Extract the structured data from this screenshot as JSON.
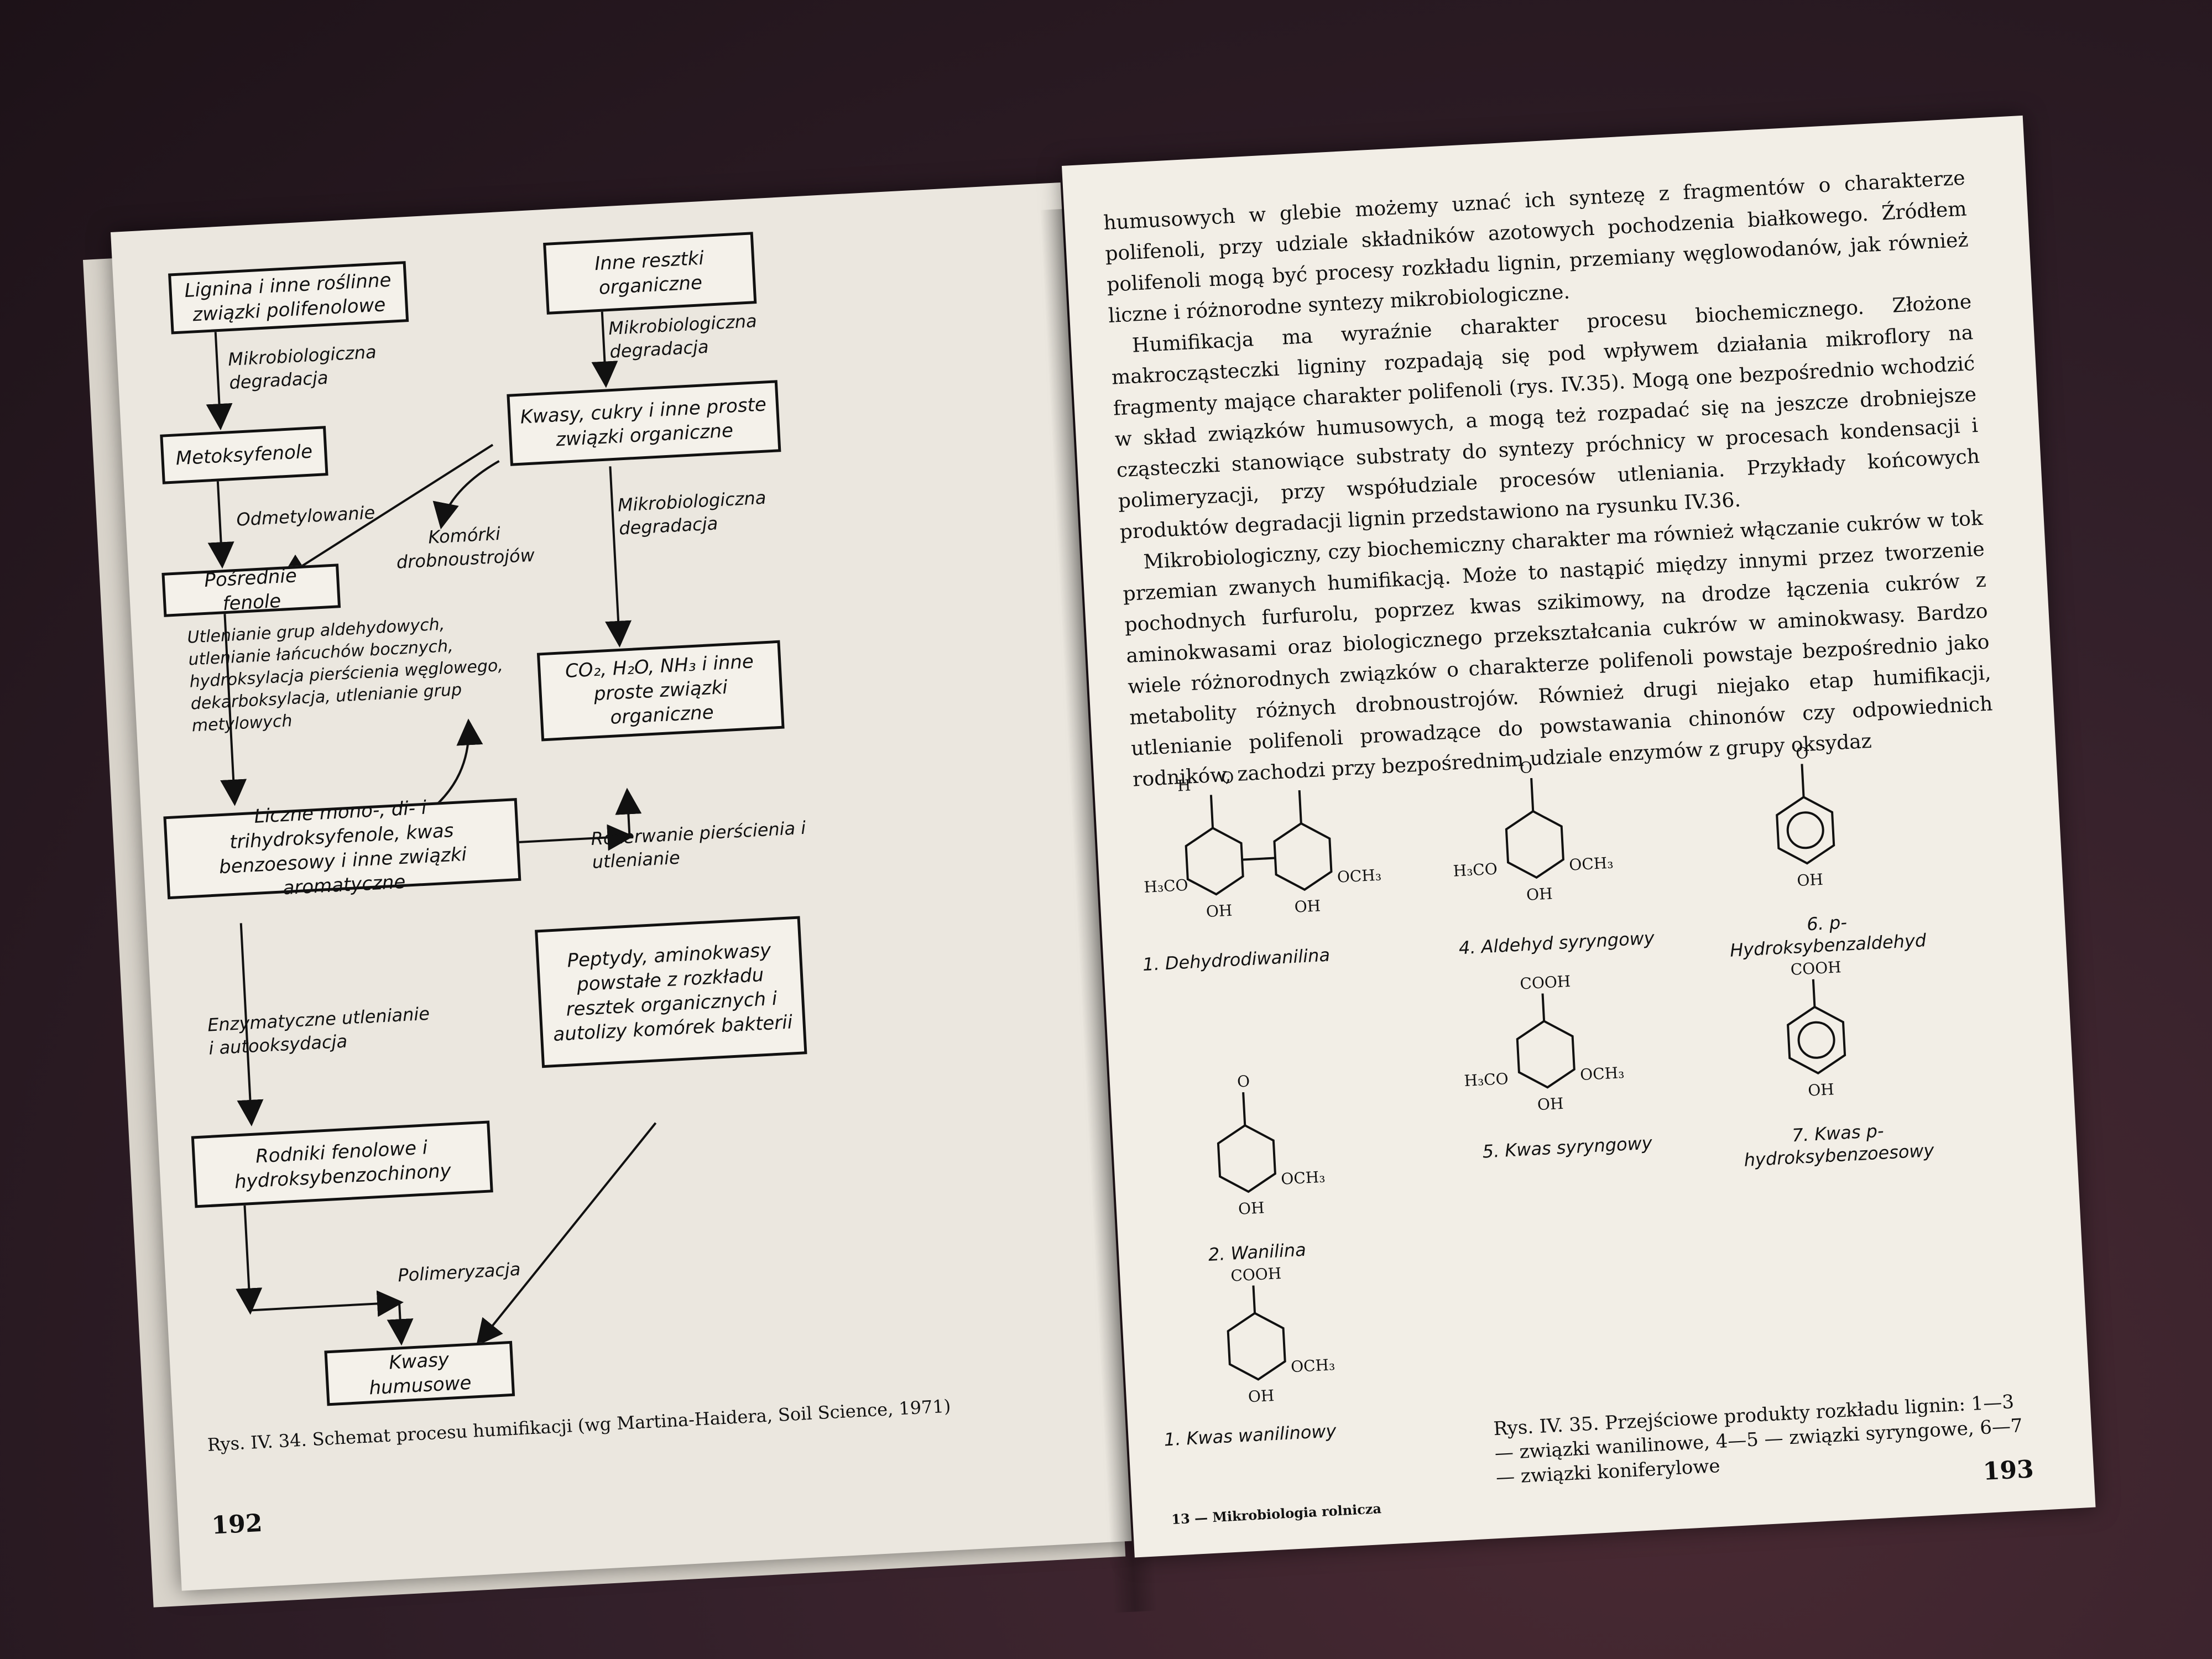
{
  "left_page": {
    "flowchart": {
      "nodes": {
        "lignin": "Lignina i inne roślinne związki polifenolowe",
        "residues": "Inne resztki organiczne",
        "methoxy": "Metoksyfenole",
        "acids_sugars": "Kwasy, cukry i inne proste związki organiczne",
        "intermediate_phenols": "Pośrednie fenole",
        "co2": "CO₂, H₂O, NH₃ i inne proste związki organiczne",
        "polyphenols": "Liczne mono-, di- i trihydroksyfenole, kwas benzoesowy i inne związki aromatyczne",
        "peptides": "Peptydy, aminokwasy powstałe z rozkładu resztek organicznych i autolizy komórek bakterii",
        "radicals": "Rodniki fenolowe i hydroksybenzochinony",
        "humic": "Kwasy humusowe"
      },
      "labels": {
        "micro_degradation_1": "Mikrobiologiczna degradacja",
        "micro_degradation_2": "Mikrobiologiczna degradacja",
        "micro_degradation_3": "Mikrobiologiczna degradacja",
        "demethylation": "Odmetylowanie",
        "microbial_cells": "Komórki drobnoustrojów",
        "oxidation_list": "Utlenianie grup aldehydowych, utlenianie łańcuchów bocznych, hydroksylacja pierścienia węglowego, dekarboksylacja, utlenianie grup metylowych",
        "ring_cleavage": "Rozerwanie pierścienia i utlenianie",
        "enzymatic_oxidation": "Enzymatyczne utlenianie i autooksydacja",
        "polymerization": "Polimeryzacja"
      }
    },
    "caption": "Rys. IV. 34. Schemat procesu humifikacji (wg Martina-Haidera, Soil Science, 1971)",
    "page_number": "192"
  },
  "right_page": {
    "paragraph_1": "humusowych w glebie możemy uznać ich syntezę z fragmentów o charakterze polifenoli, przy udziale składników azotowych pochodzenia białkowego. Źródłem polifenoli mogą być procesy rozkładu lignin, przemiany węglowodanów, jak również liczne i różnorodne syntezy mikrobiologiczne.",
    "paragraph_2": "Humifikacja ma wyraźnie charakter procesu biochemicznego. Złożone makrocząsteczki ligniny rozpadają się pod wpływem działania mikroflory na fragmenty mające charakter polifenoli (rys. IV.35). Mogą one bezpośrednio wchodzić w skład związków humusowych, a mogą też rozpadać się na jeszcze drobniejsze cząsteczki stanowiące substraty do syntezy próchnicy w procesach kondensacji i polimeryzacji, przy współudziale procesów utleniania. Przykłady końcowych produktów degradacji lignin przedstawiono na rysunku IV.36.",
    "paragraph_3": "Mikrobiologiczny, czy biochemiczny charakter ma również włączanie cukrów w tok przemian zwanych humifikacją. Może to nastąpić między innymi przez tworzenie pochodnych furfurolu, poprzez kwas szikimowy, na drodze łączenia cukrów z aminokwasami oraz biologicznego przekształcania cukrów w aminokwasy. Bardzo wiele różnorodnych związków o charakterze polifenoli powstaje bezpośrednio jako metabolity różnych drobnoustrojów. Również drugi niejako etap humifikacji, utlenianie polifenoli prowadzące do powstawania chinonów czy odpowiednich rodników, zachodzi przy bezpośrednim udziale enzymów z grupy oksydaz",
    "compounds": [
      {
        "id": "c1",
        "name": "1. Dehydrodiwanilina"
      },
      {
        "id": "c2",
        "name": "2. Wanilina"
      },
      {
        "id": "c3",
        "name": "1. Kwas wanilinowy"
      },
      {
        "id": "c4",
        "name": "4. Aldehyd syryngowy"
      },
      {
        "id": "c5",
        "name": "5. Kwas syryngowy"
      },
      {
        "id": "c6",
        "name": "6. p-Hydroksybenzaldehyd"
      },
      {
        "id": "c7",
        "name": "7. Kwas p-hydroksybenzoesowy"
      }
    ],
    "chem_labels": {
      "h": "H",
      "o": "O",
      "h3co": "H₃CO",
      "och3": "OCH₃",
      "oh": "OH",
      "cooh": "COOH"
    },
    "caption": "Rys. IV. 35. Przejściowe produkty rozkładu lignin: 1—3 — związki wanilinowe, 4—5 — związki syryngowe, 6—7 — związki koniferylowe",
    "footer": "13 — Mikrobiologia rolnicza",
    "page_number": "193"
  }
}
